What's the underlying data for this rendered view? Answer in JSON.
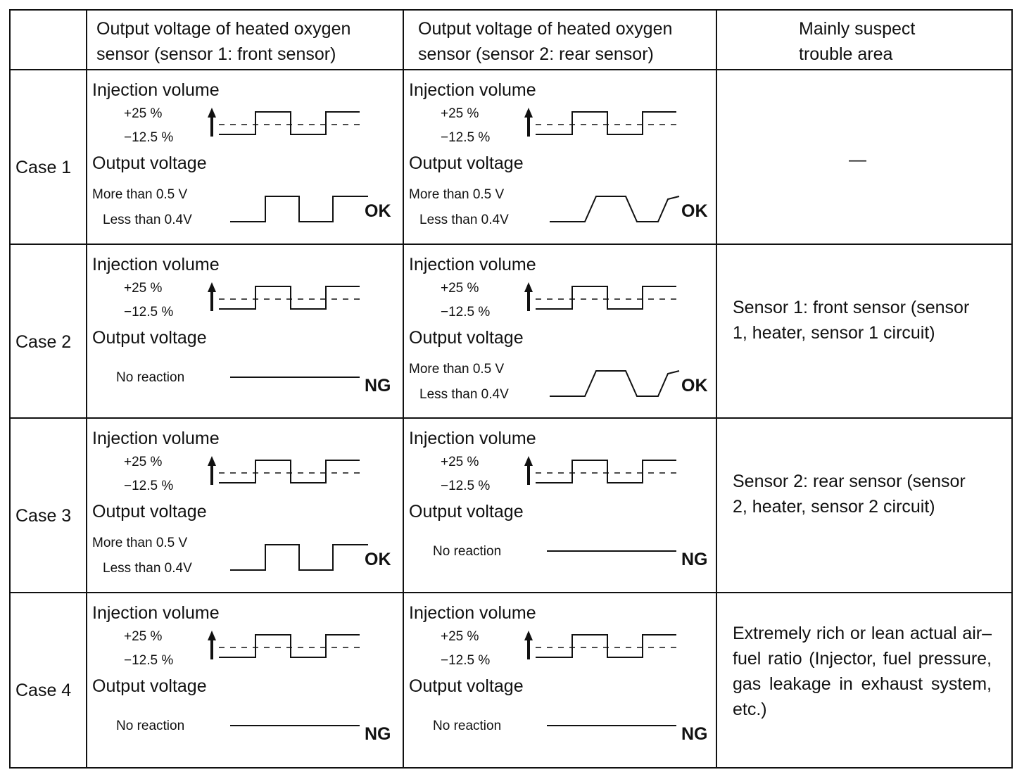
{
  "headers": {
    "case_col": "",
    "sensor1": "Output voltage of heated oxygen sensor (sensor 1: front sensor)",
    "sensor2": "Output voltage of heated oxygen sensor (sensor 2: rear sensor)",
    "trouble": "Mainly suspect trouble area"
  },
  "cases": [
    {
      "label": "Case 1",
      "s1": {
        "inj": "Injection volume",
        "plus": "+25 %",
        "minus": "−12.5 %",
        "out": "Output voltage",
        "more": "More than 0.5 V",
        "less": "Less than 0.4V",
        "noreact": "",
        "verdict": "OK",
        "reaction": "square"
      },
      "s2": {
        "inj": "Injection volume",
        "plus": "+25 %",
        "minus": "−12.5 %",
        "out": "Output voltage",
        "more": "More than 0.5 V",
        "less": "Less than 0.4V",
        "noreact": "",
        "verdict": "OK",
        "reaction": "trapezoid"
      },
      "trouble": "—"
    },
    {
      "label": "Case 2",
      "s1": {
        "inj": "Injection volume",
        "plus": "+25 %",
        "minus": "−12.5 %",
        "out": "Output voltage",
        "more": "",
        "less": "",
        "noreact": "No reaction",
        "verdict": "NG",
        "reaction": "none"
      },
      "s2": {
        "inj": "Injection volume",
        "plus": "+25 %",
        "minus": "−12.5 %",
        "out": "Output voltage",
        "more": "More than 0.5 V",
        "less": "Less than 0.4V",
        "noreact": "",
        "verdict": "OK",
        "reaction": "trapezoid"
      },
      "trouble": "Sensor 1: front sensor (sensor 1, heater, sensor 1 circuit)"
    },
    {
      "label": "Case 3",
      "s1": {
        "inj": "Injection volume",
        "plus": "+25 %",
        "minus": "−12.5 %",
        "out": "Output voltage",
        "more": "More than 0.5 V",
        "less": "Less than 0.4V",
        "noreact": "",
        "verdict": "OK",
        "reaction": "square"
      },
      "s2": {
        "inj": "Injection volume",
        "plus": "+25 %",
        "minus": "−12.5 %",
        "out": "Output voltage",
        "more": "",
        "less": "",
        "noreact": "No reaction",
        "verdict": "NG",
        "reaction": "none"
      },
      "trouble": "Sensor 2: rear sensor (sensor 2, heater, sensor 2 circuit)"
    },
    {
      "label": "Case 4",
      "s1": {
        "inj": "Injection volume",
        "plus": "+25 %",
        "minus": "−12.5 %",
        "out": "Output voltage",
        "more": "",
        "less": "",
        "noreact": "No reaction",
        "verdict": "NG",
        "reaction": "none"
      },
      "s2": {
        "inj": "Injection volume",
        "plus": "+25 %",
        "minus": "−12.5 %",
        "out": "Output voltage",
        "more": "",
        "less": "",
        "noreact": "No reaction",
        "verdict": "NG",
        "reaction": "none"
      },
      "trouble": "Extremely rich or lean actual air–fuel ratio (Injector, fuel pressure, gas leakage in exhaust system, etc.)"
    }
  ]
}
